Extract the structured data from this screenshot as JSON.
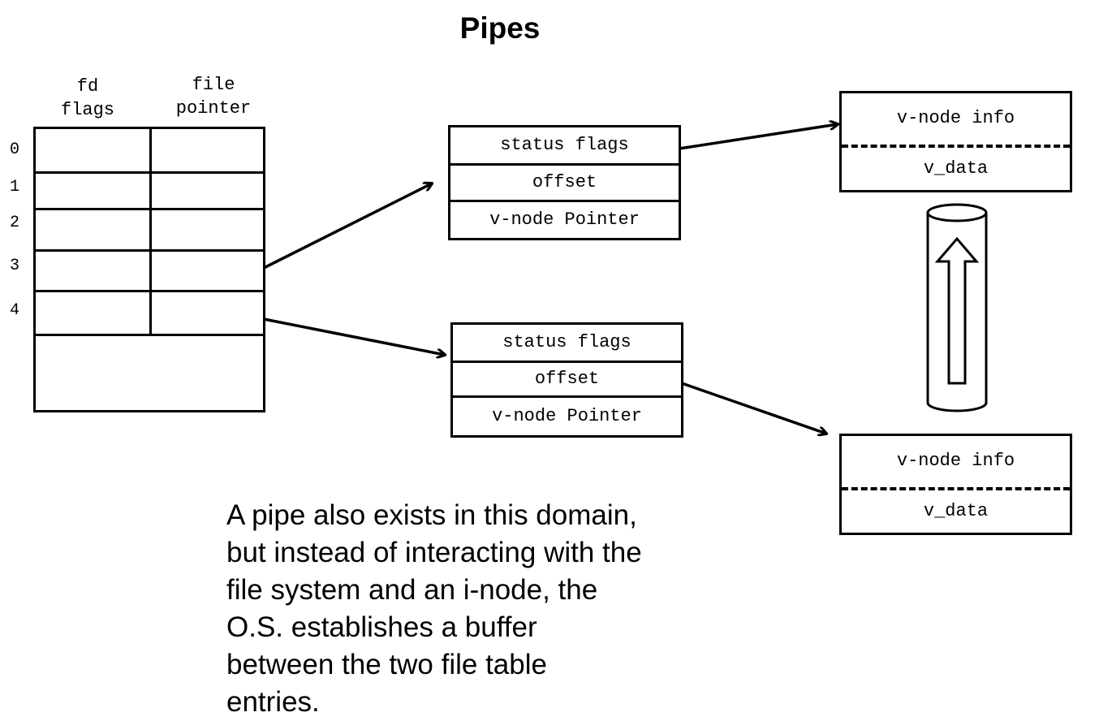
{
  "title": "Pipes",
  "fd_table": {
    "col_fd_flags": [
      "fd",
      "flags"
    ],
    "col_file_pointer": [
      "file",
      "pointer"
    ],
    "row_numbers": [
      "0",
      "1",
      "2",
      "3",
      "4"
    ]
  },
  "file_table_entries": [
    {
      "status": "status flags",
      "offset": "offset",
      "pointer": "v-node Pointer"
    },
    {
      "status": "status flags",
      "offset": "offset",
      "pointer": "v-node Pointer"
    }
  ],
  "vnodes": [
    {
      "info": "v-node info",
      "data": "v_data"
    },
    {
      "info": "v-node info",
      "data": "v_data"
    }
  ],
  "caption_lines": [
    "A pipe also exists in this domain,",
    "but instead of interacting with the",
    "file system and an i-node, the",
    "O.S. establishes a buffer",
    "between the two file table",
    "entries."
  ]
}
